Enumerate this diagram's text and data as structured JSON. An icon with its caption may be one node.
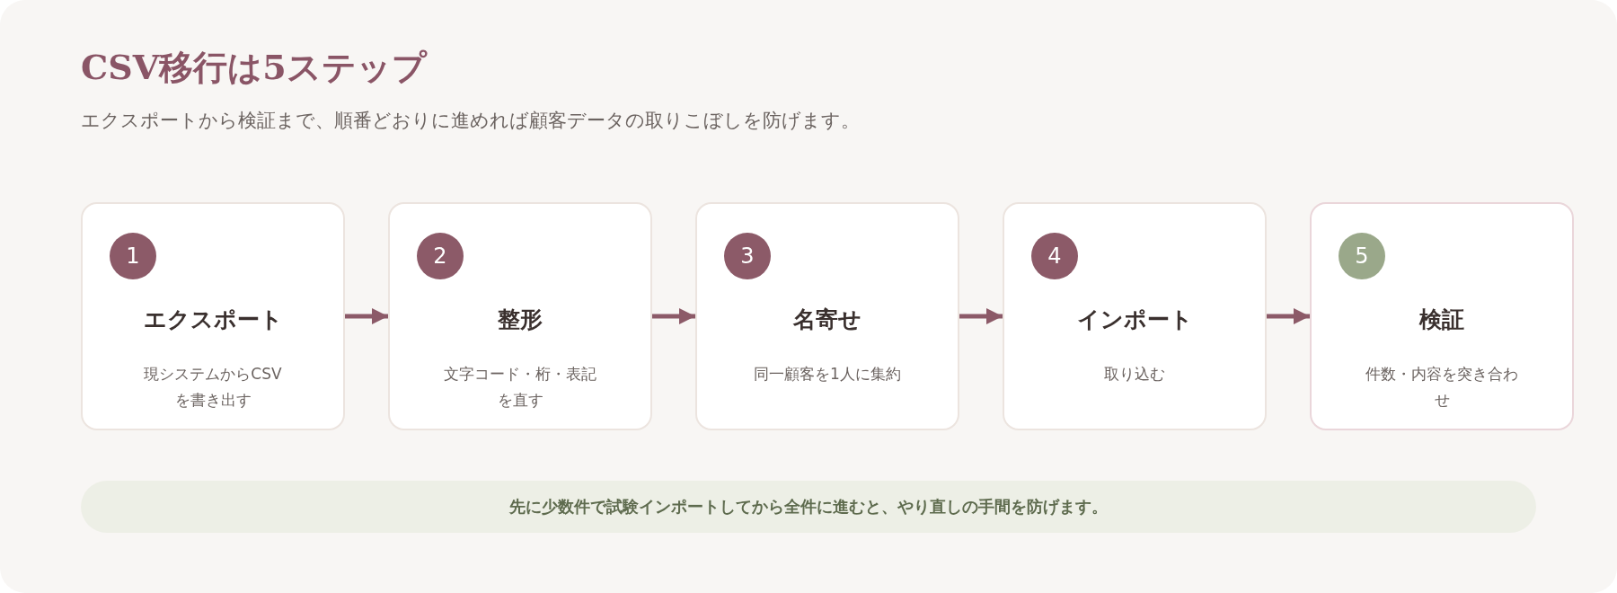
{
  "diagram": {
    "title": "CSV移行は5ステップ",
    "caption": "エクスポートから検証まで、順番どおりに進めれば顧客データの取りこぼしを防げます。",
    "nodes": [
      {
        "text": [
          "1",
          "エクスポート",
          "現システムからCSVを書き出す"
        ]
      },
      {
        "text": [
          "2",
          "整形",
          "文字コード・桁・表記を直す"
        ]
      },
      {
        "text": [
          "3",
          "名寄せ",
          "同一顧客を1人に集約"
        ]
      },
      {
        "text": [
          "4",
          "インポート",
          "取り込む"
        ]
      },
      {
        "text": [
          "5",
          "検証",
          "件数・内容を突き合わせ"
        ]
      },
      {
        "text": [
          "先に少数件で試験インポートしてから全件に進むと、やり直しの手間を防げます。"
        ]
      }
    ],
    "edges": [
      {
        "from": 0,
        "to": 1,
        "arrow": "to"
      },
      {
        "from": 1,
        "to": 2,
        "arrow": "to"
      },
      {
        "from": 2,
        "to": 3,
        "arrow": "to"
      },
      {
        "from": 3,
        "to": 4,
        "arrow": "to"
      }
    ]
  }
}
